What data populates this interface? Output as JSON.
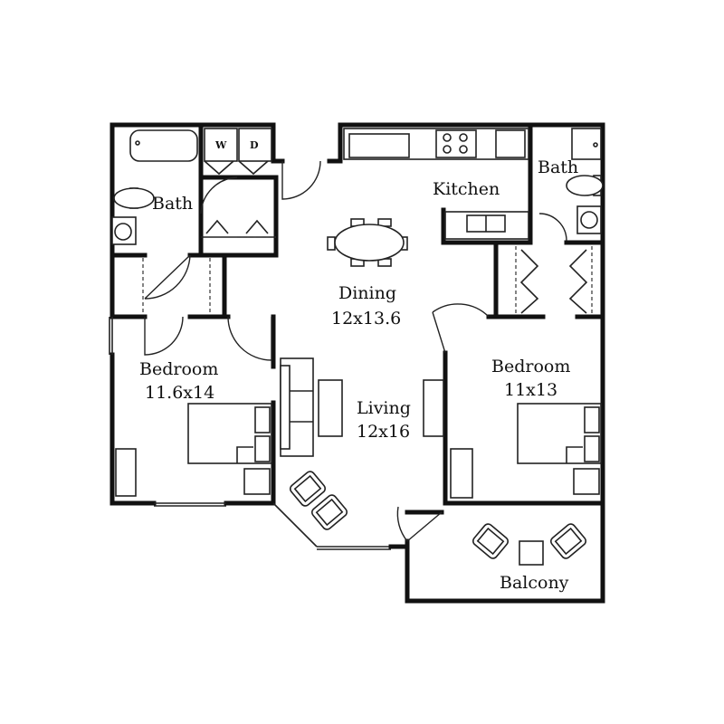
{
  "rooms": {
    "bath_left": {
      "name": "Bath"
    },
    "bath_right": {
      "name": "Bath"
    },
    "kitchen": {
      "name": "Kitchen"
    },
    "dining": {
      "name": "Dining",
      "size": "12x13.6"
    },
    "bedroom_left": {
      "name": "Bedroom",
      "size": "11.6x14"
    },
    "living": {
      "name": "Living",
      "size": "12x16"
    },
    "bedroom_right": {
      "name": "Bedroom",
      "size": "11x13"
    },
    "balcony": {
      "name": "Balcony"
    }
  },
  "appliances": {
    "washer": "W",
    "dryer": "D"
  }
}
